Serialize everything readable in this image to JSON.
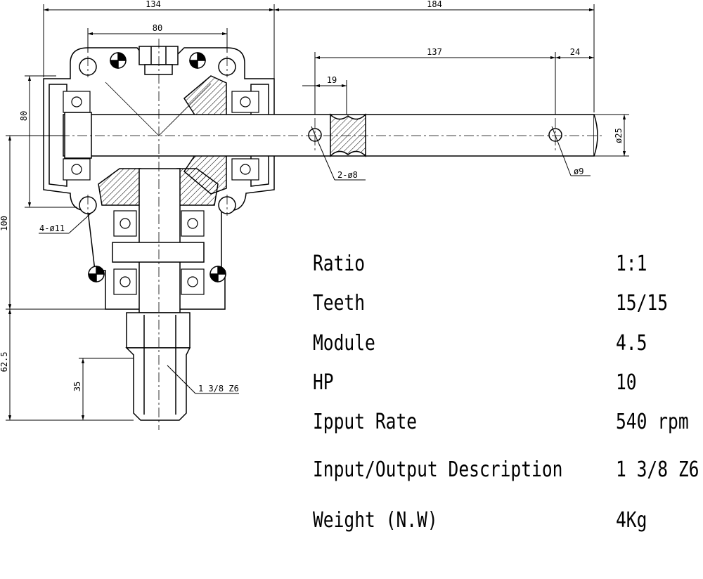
{
  "dimensions": {
    "d134": "134",
    "d184": "184",
    "d80_top": "80",
    "d137": "137",
    "d24": "24",
    "d19": "19",
    "d80_side": "80",
    "d100": "100",
    "d62_5": "62.5",
    "d35": "35",
    "dia25": "ø25"
  },
  "callouts": {
    "holes_small": "2-ø8",
    "hole_single": "ø9",
    "mount_holes": "4-ø11",
    "spline": "1 3/8 Z6"
  },
  "specs": [
    {
      "label": "Ratio",
      "value": "1:1"
    },
    {
      "label": "Teeth",
      "value": "15/15"
    },
    {
      "label": "Module",
      "value": "4.5"
    },
    {
      "label": "HP",
      "value": "10"
    },
    {
      "label": "Ipput Rate",
      "value": "540 rpm"
    },
    {
      "label": "Input/Output Description",
      "value": "1 3/8 Z6"
    },
    {
      "label": "Weight (N.W)",
      "value": "4Kg"
    }
  ]
}
